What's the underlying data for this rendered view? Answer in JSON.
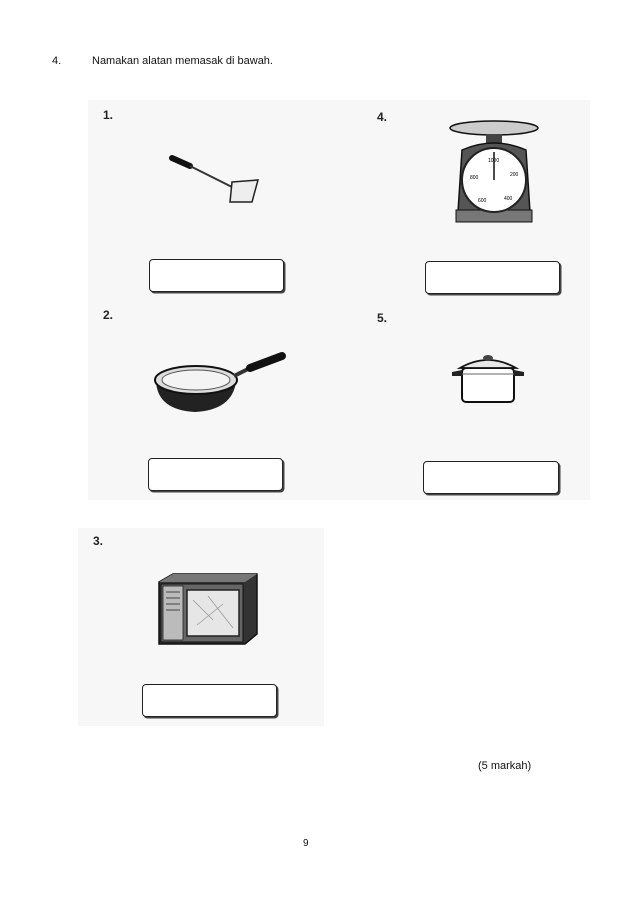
{
  "question": {
    "number": "4.",
    "instruction": "Namakan alatan memasak di bawah."
  },
  "items": [
    {
      "label": "1.",
      "icon": "spatula-icon"
    },
    {
      "label": "2.",
      "icon": "frying-pan-icon"
    },
    {
      "label": "3.",
      "icon": "microwave-oven-icon"
    },
    {
      "label": "4.",
      "icon": "weighing-scale-icon"
    },
    {
      "label": "5.",
      "icon": "cooking-pot-icon"
    }
  ],
  "scale_dial": {
    "top": "1000",
    "left": "800",
    "right": "200",
    "bottom_left": "600",
    "bottom_right": "400"
  },
  "marks": "(5 markah)",
  "page_number": "9"
}
